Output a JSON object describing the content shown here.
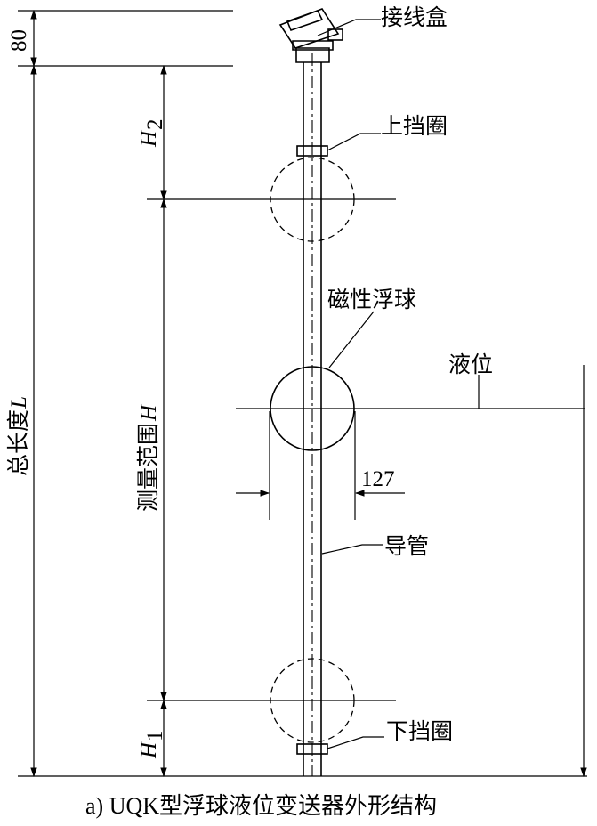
{
  "labels": {
    "junction_box": "接线盒",
    "upper_stop_ring": "上挡圈",
    "magnetic_float": "磁性浮球",
    "liquid_level": "液位",
    "guide_tube": "导管",
    "lower_stop_ring": "下挡圈"
  },
  "dimensions": {
    "top_offset": "80",
    "h2_symbol": "H",
    "h2_sub": "2",
    "h1_symbol": "H",
    "h1_sub": "1",
    "float_diameter": "127",
    "total_length_text": "总长度",
    "total_length_symbol": "L",
    "measure_range_text": "测量范围",
    "measure_range_symbol": "H"
  },
  "caption": {
    "prefix": "a) UQK",
    "title": "型浮球液位变送器外形结构"
  }
}
